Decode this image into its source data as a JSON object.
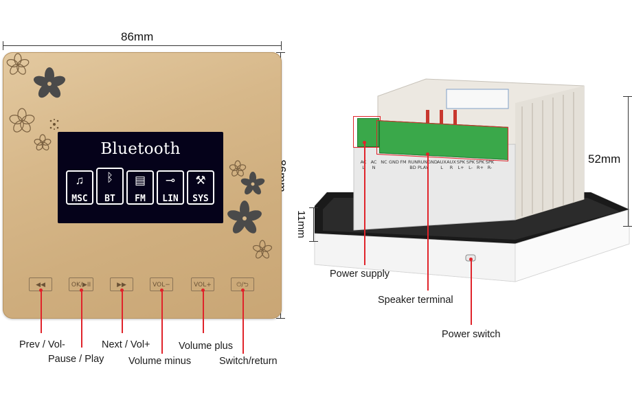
{
  "dimensions": {
    "panel_width": "86mm",
    "panel_height": "86mm",
    "device_depth": "52mm",
    "base_thickness": "11mm"
  },
  "screen": {
    "title": "Bluetooth",
    "modes": [
      {
        "label": "MSC",
        "icon": "music-note-icon"
      },
      {
        "label": "BT",
        "icon": "bluetooth-icon"
      },
      {
        "label": "FM",
        "icon": "radio-icon"
      },
      {
        "label": "LIN",
        "icon": "line-in-plug-icon"
      },
      {
        "label": "SYS",
        "icon": "tools-icon"
      }
    ]
  },
  "buttons": [
    {
      "label": "◀◀",
      "icon": "rewind-icon"
    },
    {
      "label": "OK/▶II",
      "icon": "play-pause-icon"
    },
    {
      "label": "▶▶",
      "icon": "fast-forward-icon"
    },
    {
      "label": "VOL−",
      "icon": "volume-minus-icon"
    },
    {
      "label": "VOL+",
      "icon": "volume-plus-icon"
    },
    {
      "label": "⏻/⮌",
      "icon": "power-return-icon"
    }
  ],
  "annotations": {
    "prev_vol": "Prev / Vol-",
    "pause_play": "Pause / Play",
    "next_vol": "Next / Vol+",
    "volume_minus": "Volume minus",
    "volume_plus": "Volume plus",
    "switch_return": "Switch/return",
    "power_supply": "Power supply",
    "speaker_terminal": "Speaker terminal",
    "power_switch": "Power switch"
  },
  "terminal_labels": [
    "AC L",
    "AC N",
    "NC",
    "GND",
    "FM",
    "RUN BD",
    "RUN PLAY",
    "GND",
    "AUX L",
    "AUX R",
    "SPK L+",
    "SPK L-",
    "SPK R+",
    "SPK R-"
  ],
  "colors": {
    "panel_gold": "#d7b88a",
    "screen_bg": "#05021a",
    "callout_red": "#e0232a",
    "terminal_green": "#35b14b"
  }
}
